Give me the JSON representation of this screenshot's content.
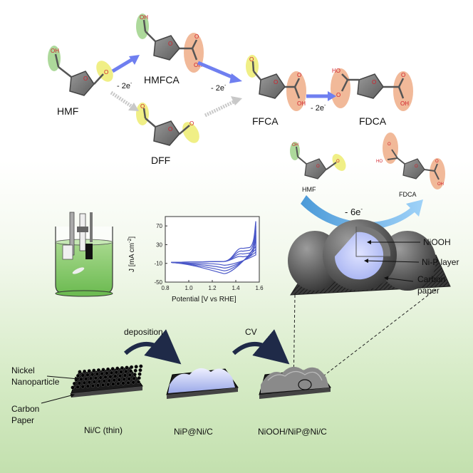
{
  "molecules": {
    "hmf": "HMF",
    "hmfca": "HMFCA",
    "dff": "DFF",
    "ffca": "FFCA",
    "fdca": "FDCA",
    "hmf_small": "HMF",
    "fdca_small": "FDCA"
  },
  "atoms": {
    "oxygen": "O",
    "hydroxyl": "OH",
    "hydroxyl_left": "HO"
  },
  "reactions": {
    "step1": "- 2e",
    "step2": "- 2e",
    "step3": "- 2e",
    "electron_sup": "-",
    "overall": "- 6e"
  },
  "cv_plot": {
    "ylabel": "J [mA cm",
    "ylabel_sup": "-2",
    "ylabel_end": "]",
    "xlabel": "Potential [V vs RHE]",
    "x_ticks": [
      "0.8",
      "1.0",
      "1.2",
      "1.4",
      "1.6"
    ],
    "y_ticks": [
      "70",
      "30",
      "-10",
      "-50"
    ]
  },
  "catalyst_labels": {
    "shell": "NiOOH",
    "core": "Ni-P layer",
    "support_line1": "Carbon",
    "support_line2": "paper"
  },
  "process": {
    "nickel_line1": "Nickel",
    "nickel_line2": "Nanoparticle",
    "carbon_line1": "Carbon",
    "carbon_line2": "Paper",
    "step_a": "deposition",
    "step_b": "CV",
    "stage1": "Ni/C (thin)",
    "stage2": "NiP@Ni/C",
    "stage3": "NiOOH/NiP@Ni/C"
  },
  "colors": {
    "green_hl": "#9fd28a",
    "yellow_hl": "#f0ef86",
    "orange_hl": "#eda77f",
    "arrow_blue": "#6f7ff0",
    "arrow_gray": "#c8c8c8",
    "oxygen_red": "#d0202a",
    "cv_line": "#4a57c8",
    "navy_arrow": "#1f2a48"
  }
}
